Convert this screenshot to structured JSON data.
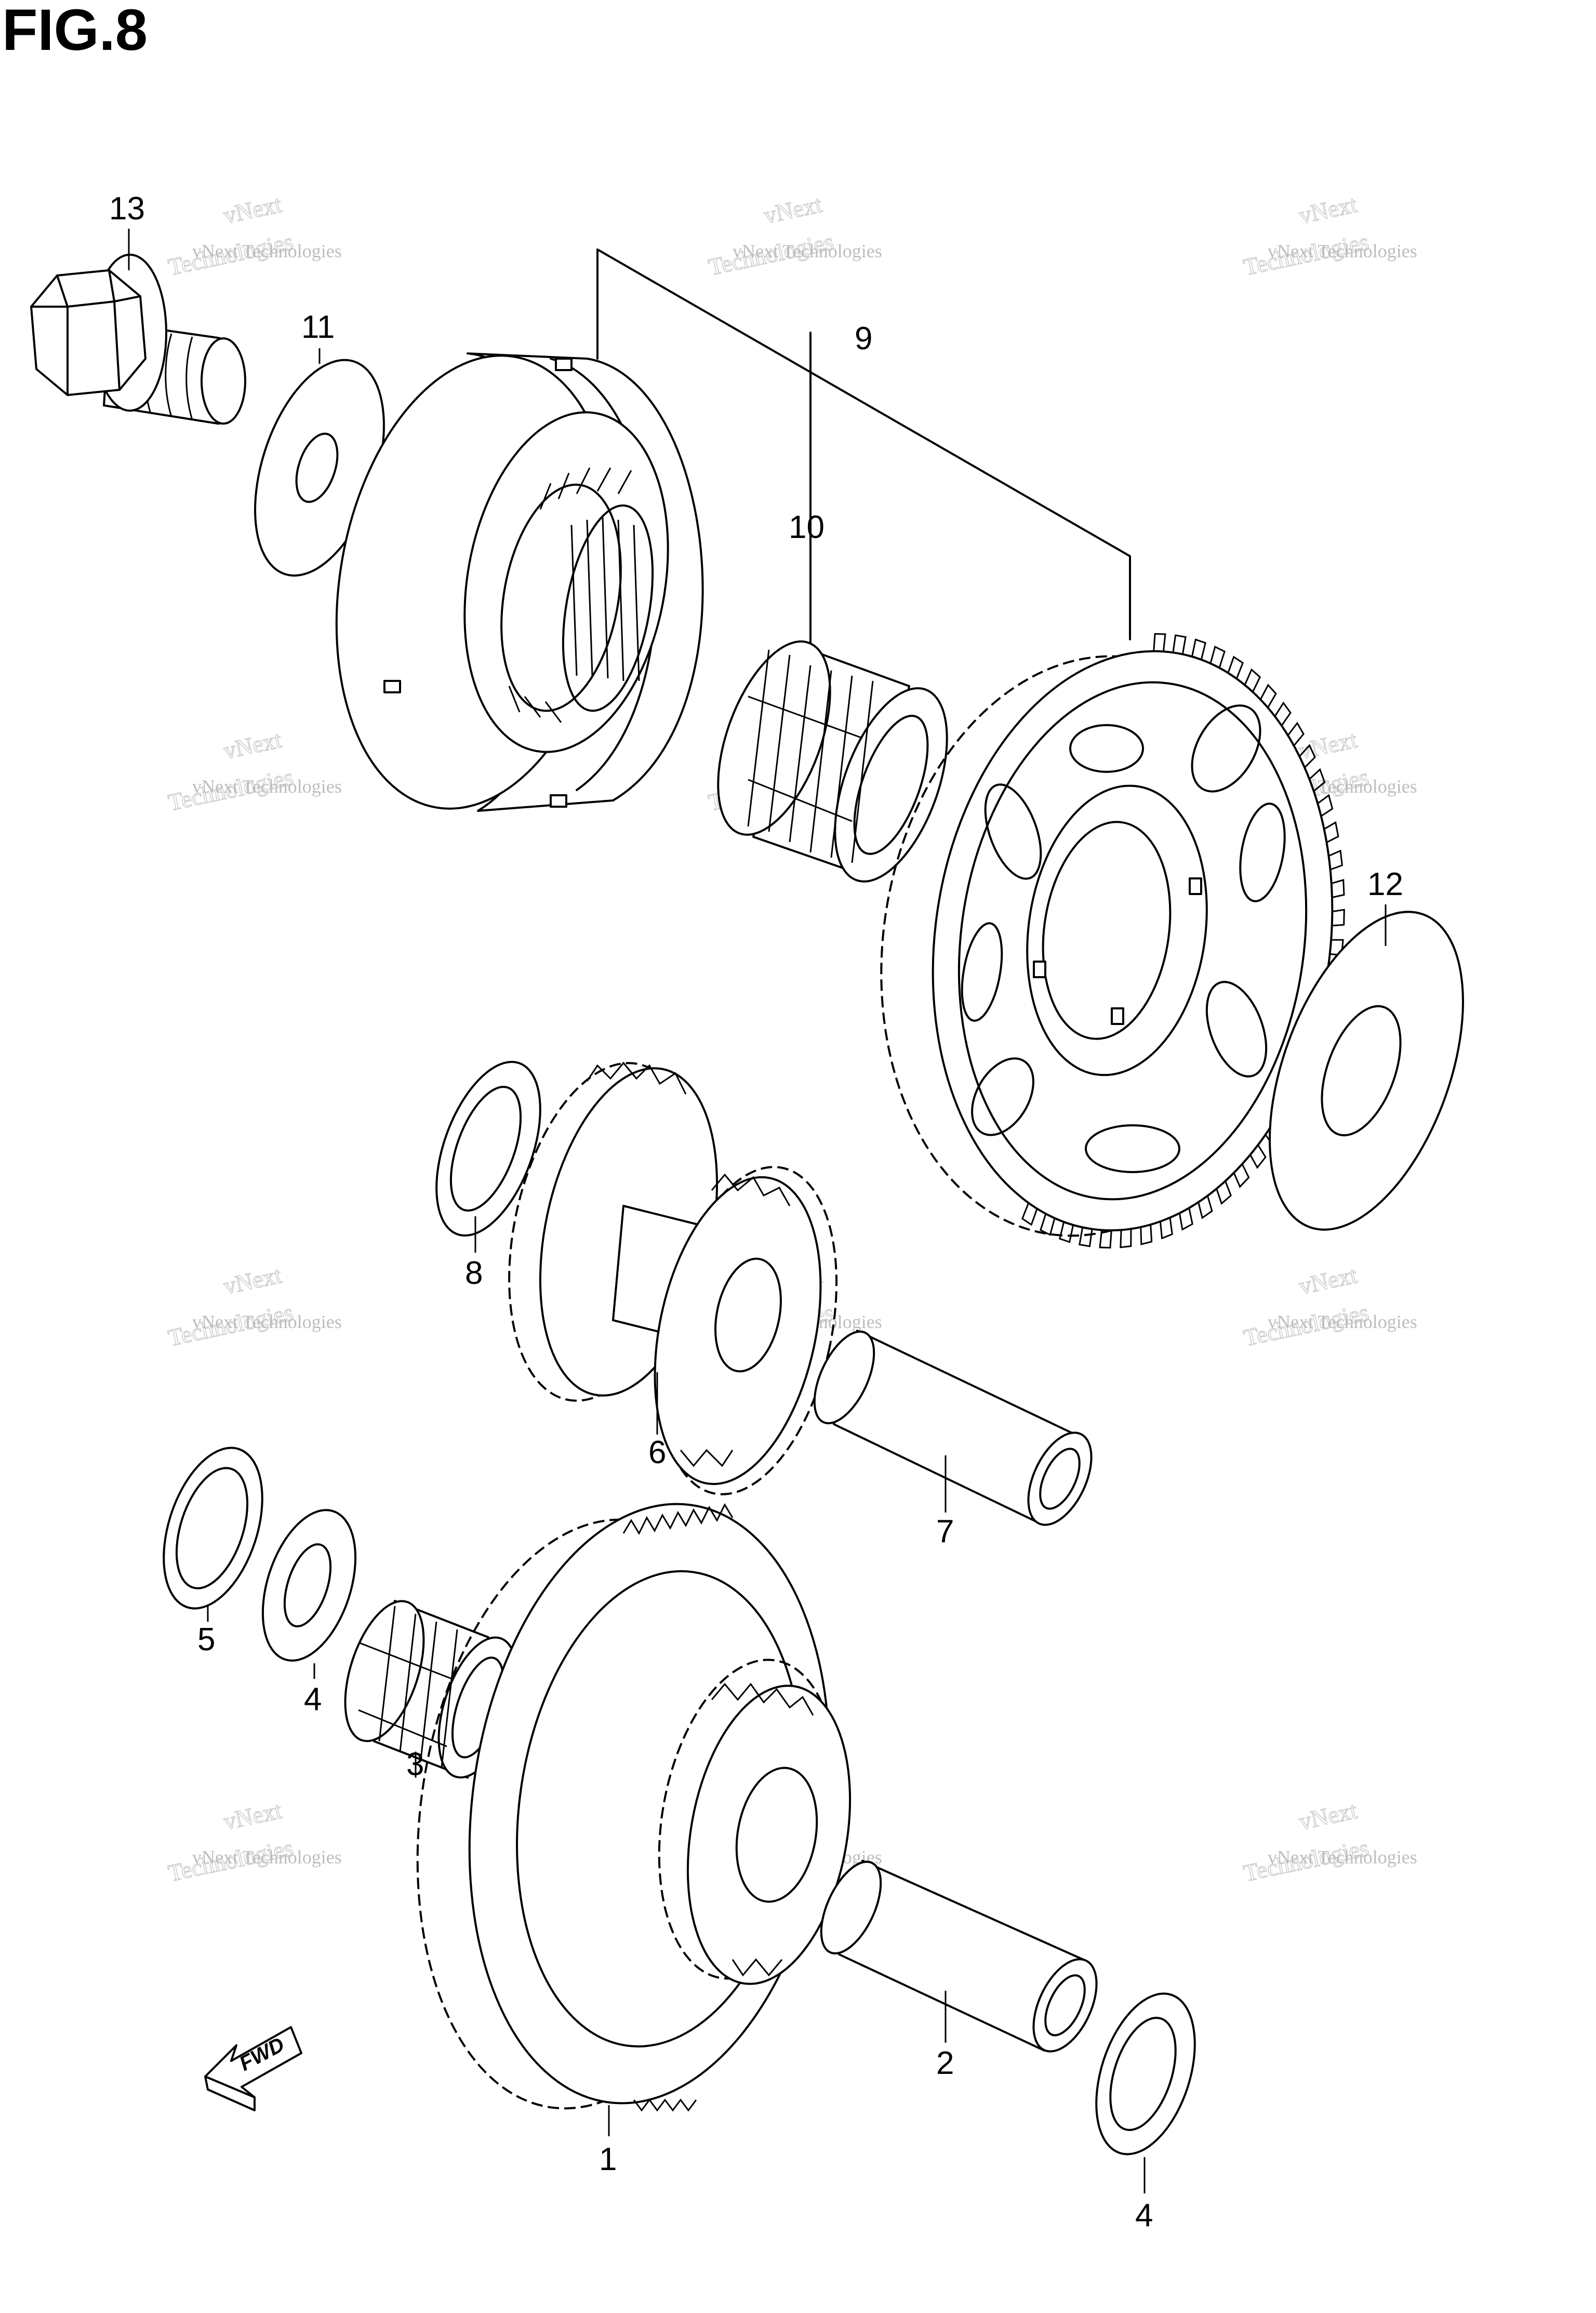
{
  "figure": {
    "title": "FIG.8"
  },
  "watermark": {
    "line1": "vNext",
    "line2": "Technologies",
    "line3": "vNext Technologies"
  },
  "fwd": {
    "label": "FWD"
  },
  "callouts": [
    {
      "id": "13",
      "text": "13"
    },
    {
      "id": "11",
      "text": "11"
    },
    {
      "id": "9",
      "text": "9"
    },
    {
      "id": "10",
      "text": "10"
    },
    {
      "id": "12",
      "text": "12"
    },
    {
      "id": "8",
      "text": "8"
    },
    {
      "id": "6",
      "text": "6"
    },
    {
      "id": "7",
      "text": "7"
    },
    {
      "id": "5",
      "text": "5"
    },
    {
      "id": "4a",
      "text": "4"
    },
    {
      "id": "3",
      "text": "3"
    },
    {
      "id": "1",
      "text": "1"
    },
    {
      "id": "2",
      "text": "2"
    },
    {
      "id": "4b",
      "text": "4"
    }
  ]
}
